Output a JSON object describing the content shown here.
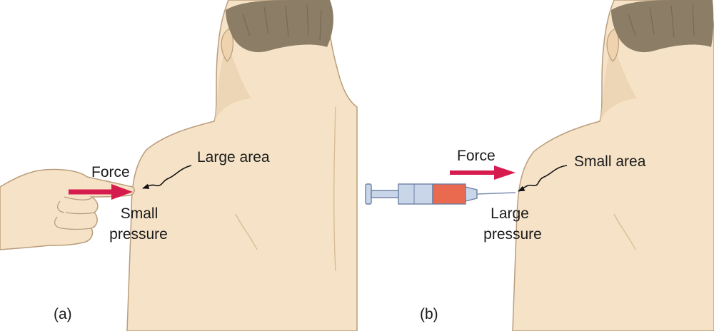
{
  "colors": {
    "skin": "#f6e3c7",
    "skin_shadow": "#e7cda8",
    "outline": "#b99d7c",
    "hair": "#8b7d66",
    "hair_dark": "#6f634f",
    "force_arrow": "#d61c4e",
    "syringe_body": "#c9d6ea",
    "syringe_outline": "#6d7fa3",
    "syringe_fluid": "#e96a4f"
  },
  "panel_a": {
    "panel_label": "(a)",
    "force_label": "Force",
    "area_label": "Large area",
    "pressure_label_line1": "Small",
    "pressure_label_line2": "pressure"
  },
  "panel_b": {
    "panel_label": "(b)",
    "force_label": "Force",
    "area_label": "Small area",
    "pressure_label_line1": "Large",
    "pressure_label_line2": "pressure"
  }
}
